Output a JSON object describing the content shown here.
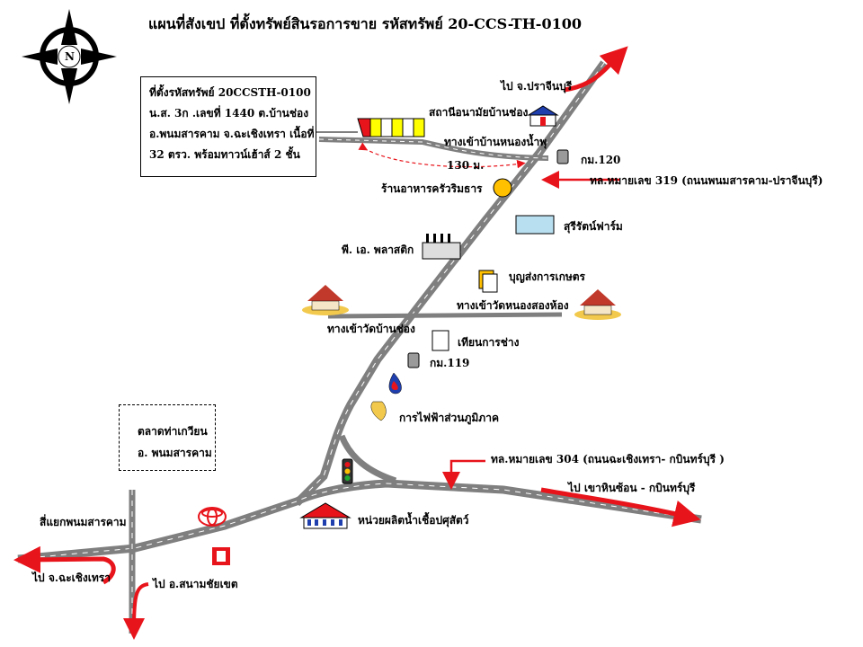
{
  "title": "แผนที่สังเขป ที่ตั้งทรัพย์สินรอการขาย รหัสทรัพย์ 20-CCS-TH-0100",
  "compass": {
    "letter": "N"
  },
  "info_box": {
    "lines": [
      "ที่ตั้งรหัสทรัพย์ 20CCSTH-0100",
      "น.ส. 3ก .เลขที่ 1440  ต.บ้านช่อง",
      "อ.พนมสารคาม จ.ฉะเชิงเทรา เนื้อที่",
      "32  ตรว. พร้อมทาวน์เฮ้าส์ 2  ชั้น"
    ]
  },
  "market_box": {
    "lines": [
      "ตลาดท่าเกวียน",
      "อ. พนมสารคาม"
    ]
  },
  "labels": {
    "to_prachinburi": "ไป จ.ปราจีนบุรี",
    "health_station": "สถานีอนามัยบ้านช่อง",
    "entrance_nongnamphu": "ทางเข้าบ้านหนองน้ำพุ",
    "distance": "130 ม.",
    "km120": "กม.120",
    "road_319": "ทล.หมายเลข 319 (ถนนพนมสารคาม-ปราจีนบุรี)",
    "restaurant": "ร้านอาหารครัวริมธาร",
    "farm": "สุรีรัตน์ฟาร์ม",
    "plastic": "พี. เอ. พลาสติก",
    "agri": "บุญส่งการเกษตร",
    "wat_nongsonghong": "ทางเข้าวัดหนองสองห้อง",
    "wat_banchong": "ทางเข้าวัดบ้านช่อง",
    "tianka": "เทียนการช่าง",
    "km119": "กม.119",
    "electricity": "การไฟฟ้าส่วนภูมิภาค",
    "road_304": "ทล.หมายเลข 304 (ถนนฉะเชิงเทรา- กบินทร์บุรี )",
    "to_khaohinson": "ไป เขาหินซ้อน - กบินทร์บุรี",
    "intersection": "สี่แยกพนมสารคาม",
    "semen_unit": "หน่วยผลิตน้ำเชื้อปศุสัตว์",
    "to_chachoengsao": "ไป จ.ฉะเชิงเทรา",
    "to_sanamchaiket": "ไป อ.สนามชัยเขต"
  },
  "colors": {
    "road": "#7f7f7f",
    "arrow_red": "#e8141b",
    "highlight_yellow": "#ffff00",
    "target_red": "#e8141b"
  }
}
